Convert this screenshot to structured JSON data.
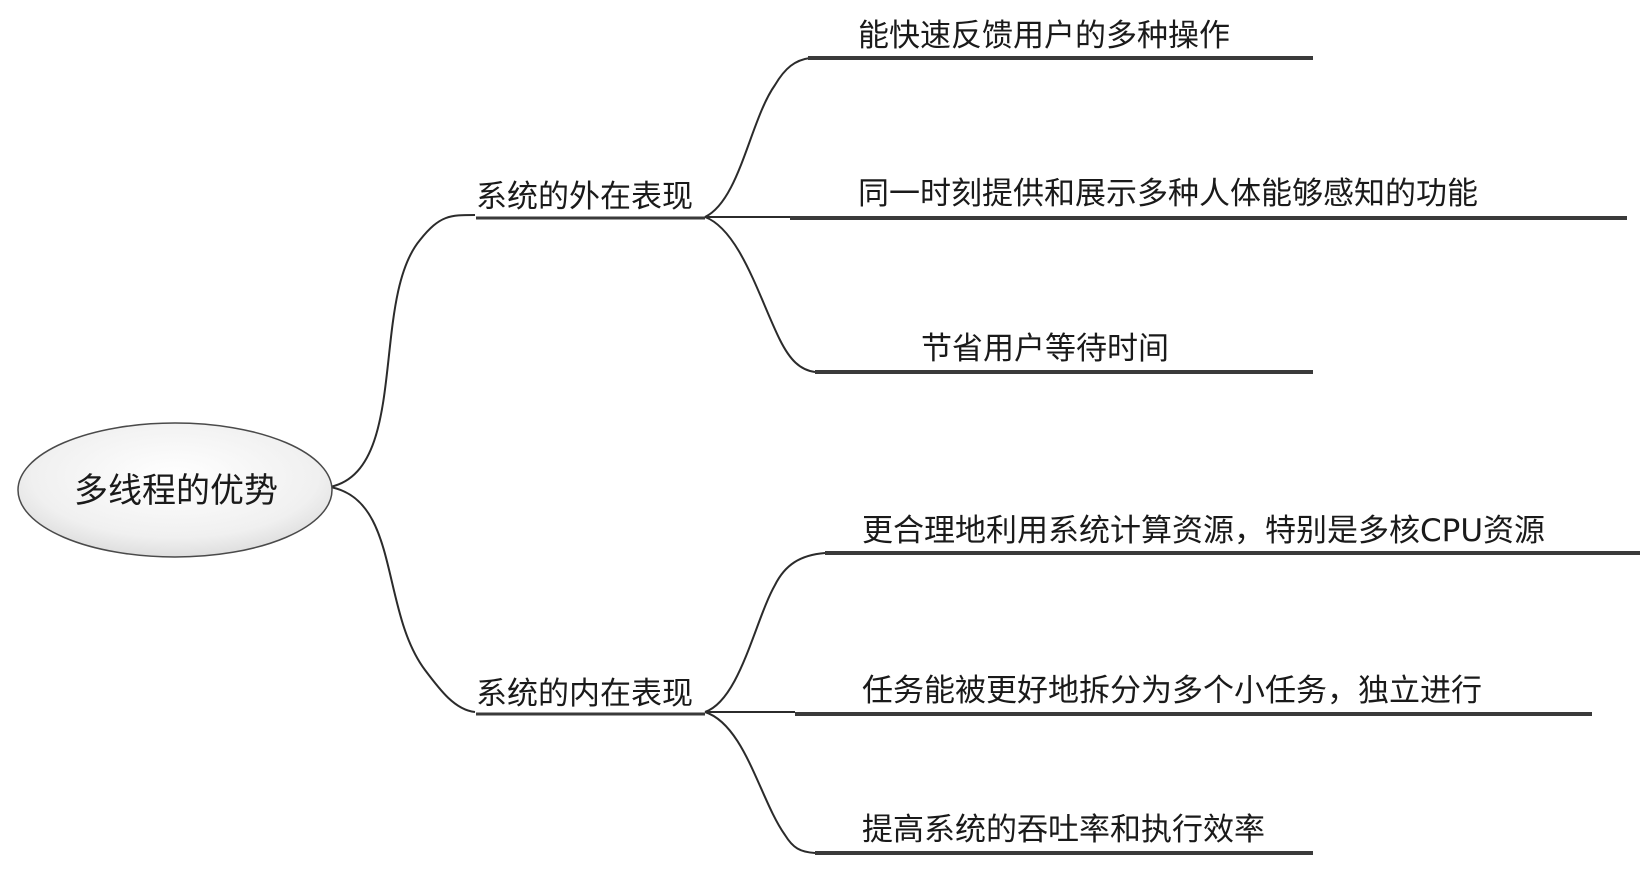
{
  "root": {
    "label": "多线程的优势"
  },
  "branches": [
    {
      "label": "系统的外在表现",
      "leaves": [
        {
          "label": "能快速反馈用户的多种操作"
        },
        {
          "label": "同一时刻提供和展示多种人体能够感知的功能"
        },
        {
          "label": "节省用户等待时间"
        }
      ]
    },
    {
      "label": "系统的内在表现",
      "leaves": [
        {
          "label": "更合理地利用系统计算资源，特别是多核CPU资源"
        },
        {
          "label": "任务能被更好地拆分为多个小任务，独立进行"
        },
        {
          "label": "提高系统的吞吐率和执行效率"
        }
      ]
    }
  ]
}
